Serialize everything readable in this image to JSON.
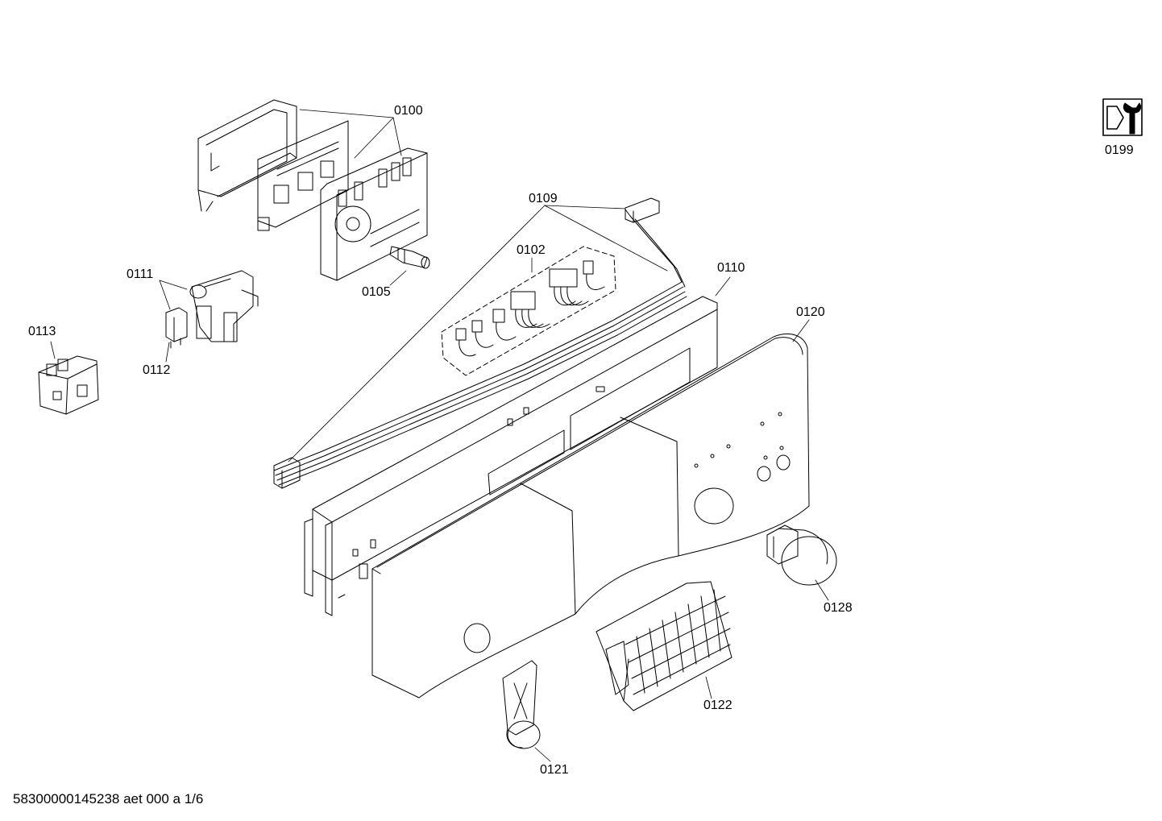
{
  "callouts": {
    "p0100": "0100",
    "p0102": "0102",
    "p0105": "0105",
    "p0109": "0109",
    "p0110": "0110",
    "p0111": "0111",
    "p0112": "0112",
    "p0113": "0113",
    "p0120": "0120",
    "p0121": "0121",
    "p0122": "0122",
    "p0128": "0128",
    "p0199": "0199"
  },
  "footer": "58300000145238 aet 000 a 1/6",
  "service_icon": "wrench-nut-icon"
}
